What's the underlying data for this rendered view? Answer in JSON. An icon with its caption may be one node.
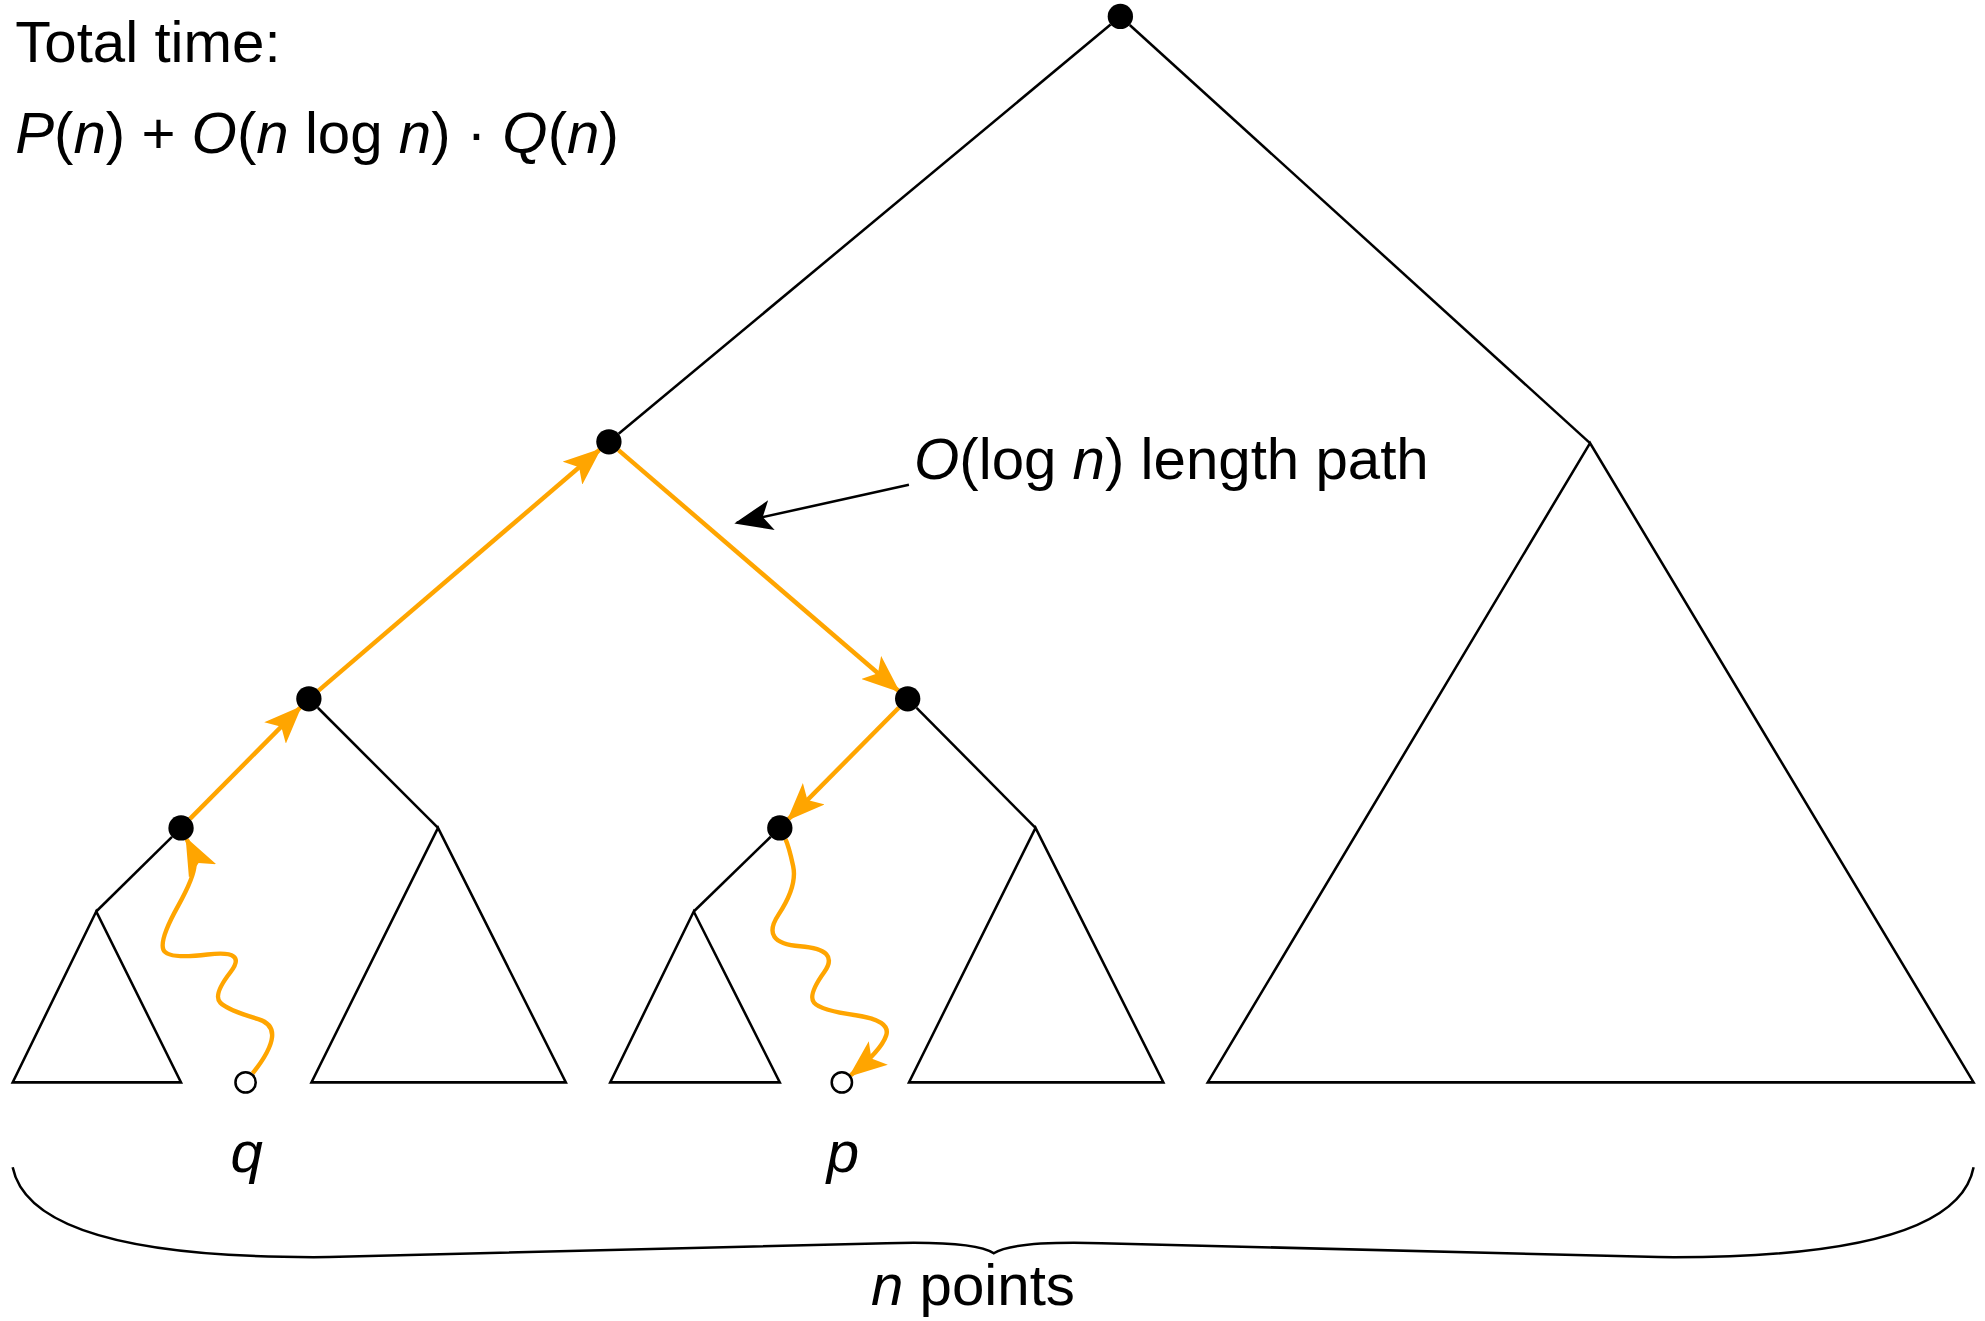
{
  "diagram": {
    "nodes": [
      {
        "text": [],
        "shape": "circle"
      },
      {
        "text": [],
        "shape": "circle"
      },
      {
        "text": [],
        "shape": "triangle"
      },
      {
        "text": [
          "*O*(log *n*) length path"
        ]
      },
      {
        "text": [],
        "shape": "circle"
      },
      {
        "text": [],
        "shape": "circle"
      },
      {
        "text": [],
        "shape": "circle"
      },
      {
        "text": [],
        "shape": "triangle"
      },
      {
        "text": [],
        "shape": "circle"
      },
      {
        "text": [],
        "shape": "triangle"
      },
      {
        "text": [],
        "shape": "triangle"
      },
      {
        "text": [],
        "shape": "triangle"
      },
      {
        "text": [],
        "shape": "circle",
        "beside": [
          "q"
        ]
      },
      {
        "text": [],
        "shape": "circle",
        "beside": [
          "p"
        ]
      }
    ],
    "edges": [
      {
        "from": 0,
        "to": 1,
        "arrow": "none"
      },
      {
        "from": 0,
        "to": 2,
        "arrow": "none"
      },
      {
        "from": 4,
        "to": 7,
        "arrow": "none"
      },
      {
        "from": 6,
        "to": 10,
        "arrow": "none"
      },
      {
        "from": 5,
        "to": 9,
        "arrow": "none"
      },
      {
        "from": 8,
        "to": 11,
        "arrow": "none"
      },
      {
        "from": 12,
        "to": 6,
        "arrow": "to",
        "color": "#ffa500"
      },
      {
        "from": 6,
        "to": 4,
        "arrow": "to",
        "color": "#ffa500"
      },
      {
        "from": 4,
        "to": 1,
        "arrow": "to",
        "color": "#ffa500"
      },
      {
        "from": 1,
        "to": 5,
        "arrow": "to",
        "color": "#ffa500"
      },
      {
        "from": 5,
        "to": 8,
        "arrow": "to",
        "color": "#ffa500"
      },
      {
        "from": 8,
        "to": 13,
        "arrow": "to",
        "color": "#ffa500"
      },
      {
        "from": 3,
        "to": null,
        "arrow": "to"
      }
    ],
    "labels": [
      "Total time:",
      "*P*(*n*) + *O*(*n* log *n*) · *Q*(*n*)",
      "*n* points"
    ]
  }
}
